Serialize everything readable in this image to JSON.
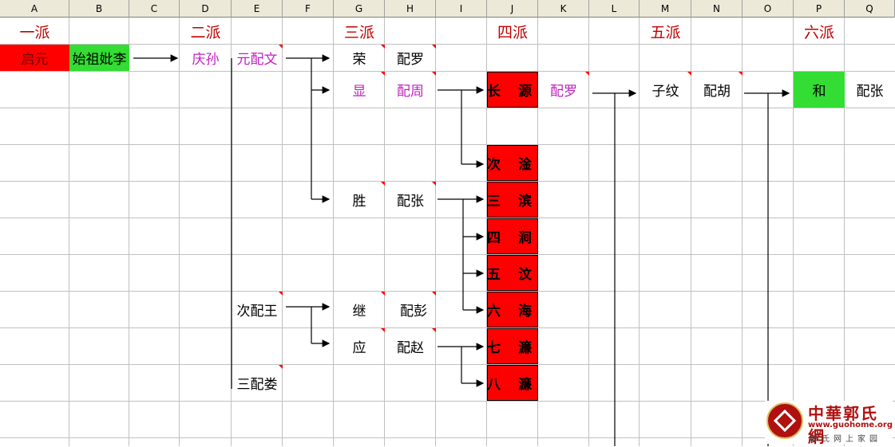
{
  "columns": [
    "A",
    "B",
    "C",
    "D",
    "E",
    "F",
    "G",
    "H",
    "I",
    "J",
    "K",
    "L",
    "M",
    "N",
    "O",
    "P",
    "Q"
  ],
  "generations": [
    "一派",
    "二派",
    "三派",
    "四派",
    "五派",
    "六派"
  ],
  "row2": {
    "a": "启元",
    "b": "始祖妣李",
    "d": "庆孙",
    "e": "元配文",
    "g": "荣",
    "h": "配罗"
  },
  "row3": {
    "g": "显",
    "h": "配周",
    "j": "长 源",
    "k": "配罗",
    "m": "子纹",
    "n": "配胡",
    "p": "和",
    "q": "配张"
  },
  "sons_j": [
    "次 淦",
    "三 滨",
    "四 涧",
    "五 汶",
    "六 海",
    "七 濂",
    "八 濂"
  ],
  "branch_sheng": {
    "g": "胜",
    "h": "配张"
  },
  "branch_wang": {
    "e": "次配王",
    "g": "继",
    "h": "配彭"
  },
  "branch_ying": {
    "g": "应",
    "h": "配赵"
  },
  "third_wife": "三配娄",
  "logo": {
    "title": "中華郭氏網",
    "url": "www.guohome.org",
    "sub": "郭氏网上家园"
  },
  "colors": {
    "red": "#ff0000",
    "green": "#33dd33",
    "generation_red": "#c00000",
    "magenta": "#c020c0"
  }
}
